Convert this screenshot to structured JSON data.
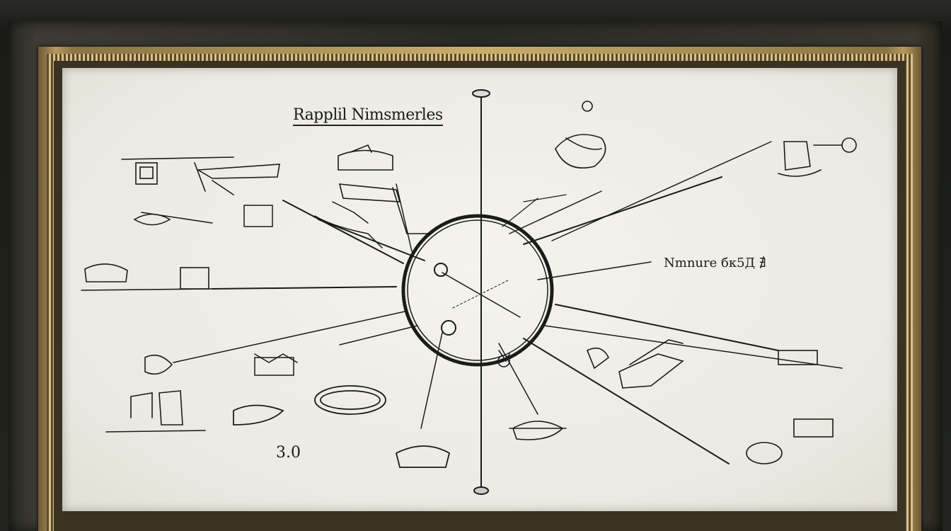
{
  "board": {
    "title": "Rapplil Nimsmerles",
    "right_label": "Nmnure бк5Д ∄",
    "number_label": "3.0"
  },
  "colors": {
    "ink": "#1b1b1b",
    "paper": "#f1f0ea",
    "frame_gold": "#b59a5f",
    "frame_dark": "#2b2c26"
  }
}
